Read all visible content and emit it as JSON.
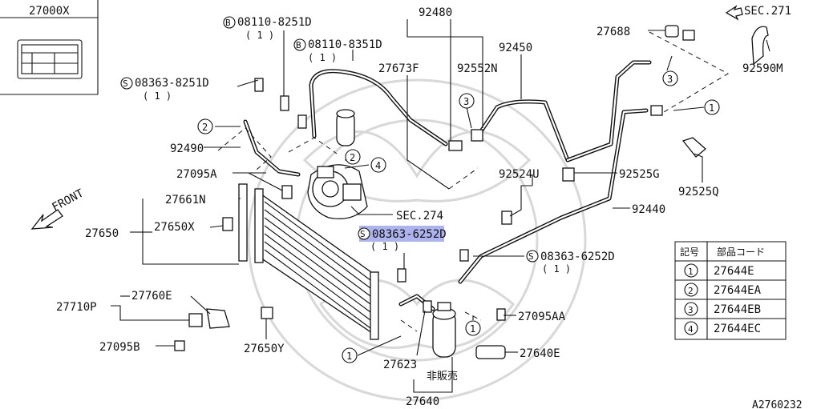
{
  "diagram_code": "A2760232",
  "front_label": "FRONT",
  "not_for_sale": "非販売",
  "labels": {
    "p27000X": "27000X",
    "p92480": "92480",
    "sec271": "SEC.271",
    "p27688": "27688",
    "b08110_8251D": "08110-8251D",
    "b08110_8251D_qty": "( 1 )",
    "b08110_8351D": "08110-8351D",
    "b08110_8351D_qty": "( 1 )",
    "p27673F": "27673F",
    "p92552N": "92552N",
    "p92450": "92450",
    "p92590M": "92590M",
    "s08363_8251D": "08363-8251D",
    "s08363_8251D_qty": "( 1 )",
    "p92490": "92490",
    "p27095A": "27095A",
    "p92524U": "92524U",
    "p92525G": "92525G",
    "p92525Q": "92525Q",
    "p27661N": "27661N",
    "p27650": "27650",
    "p27650X": "27650X",
    "sec274": "SEC.274",
    "p92440": "92440",
    "s08363_6252D_a": "08363-6252D",
    "s08363_6252D_a_qty": "( 1 )",
    "s08363_6252D_b": "08363-6252D",
    "s08363_6252D_b_qty": "( 1 )",
    "p27710P": "27710P",
    "p27760E": "27760E",
    "p27095B": "27095B",
    "p27650Y": "27650Y",
    "p27095AA": "27095AA",
    "p27623": "27623",
    "p27640E": "27640E",
    "p27640": "27640"
  },
  "marker_letters": {
    "bolt": "B",
    "screw": "S"
  },
  "callouts": [
    "1",
    "2",
    "3",
    "4"
  ],
  "legend_table": {
    "headers": [
      "記号",
      "部品コード"
    ],
    "rows": [
      {
        "symbol": "1",
        "code": "27644E"
      },
      {
        "symbol": "2",
        "code": "27644EA"
      },
      {
        "symbol": "3",
        "code": "27644EB"
      },
      {
        "symbol": "4",
        "code": "27644EC"
      }
    ]
  },
  "colors": {
    "highlight": "#9ea6ea",
    "ink": "#111111"
  }
}
